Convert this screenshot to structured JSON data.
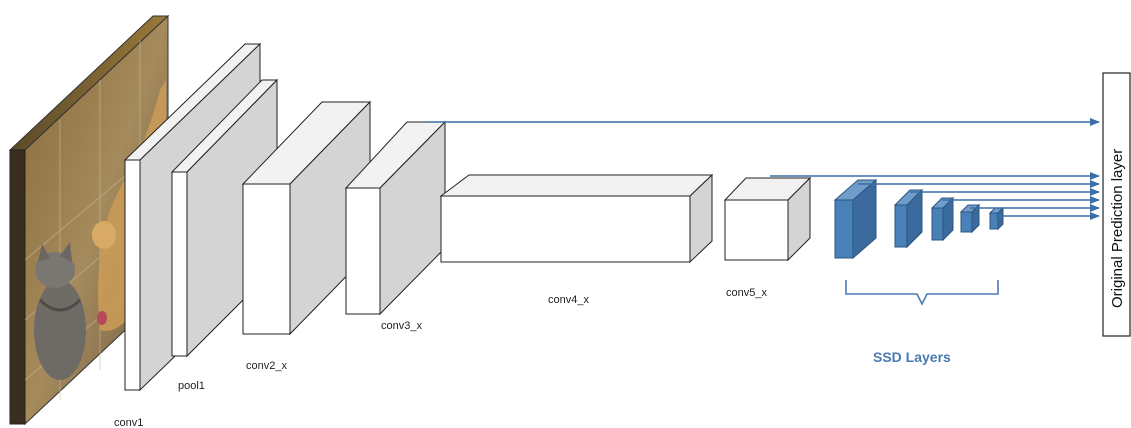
{
  "diagram": {
    "title": "",
    "colors": {
      "block_face": "#ffffff",
      "block_side": "#d4d4d4",
      "block_top": "#f2f2f2",
      "block_stroke": "#222222",
      "ssd_face": "#4a80b8",
      "ssd_side": "#3a6a9e",
      "ssd_stroke": "#2c5680",
      "arrow": "#3b6fa6",
      "ssd_label": "#4a7ab4"
    },
    "input_image": {
      "description_icon": "photo-cat-and-dog-icon"
    },
    "layers": [
      {
        "id": "conv1",
        "label": "conv1"
      },
      {
        "id": "pool1",
        "label": "pool1"
      },
      {
        "id": "conv2_x",
        "label": "conv2_x"
      },
      {
        "id": "conv3_x",
        "label": "conv3_x"
      },
      {
        "id": "conv4_x",
        "label": "conv4_x"
      },
      {
        "id": "conv5_x",
        "label": "conv5_x"
      }
    ],
    "ssd": {
      "label": "SSD Layers",
      "count": 5
    },
    "prediction": {
      "label": "Original Prediction layer"
    }
  }
}
